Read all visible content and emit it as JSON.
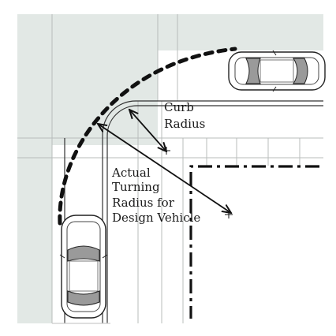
{
  "labels": {
    "curb_radius": [
      "Curb",
      "Radius"
    ],
    "turning_radius": [
      "Actual",
      "Turning",
      "Radius for",
      "Design Vehicle"
    ]
  },
  "colors": {
    "pavement_shoulder": "#e2e8e5",
    "road": "#ffffff",
    "ink": "#111111",
    "grid_line": "#b8bcbb",
    "car_body": "#ffffff",
    "car_glass": "#9a9a9a"
  },
  "icons": [
    "car-top-view-icon",
    "arrow-icon",
    "center-point-marker-icon"
  ]
}
